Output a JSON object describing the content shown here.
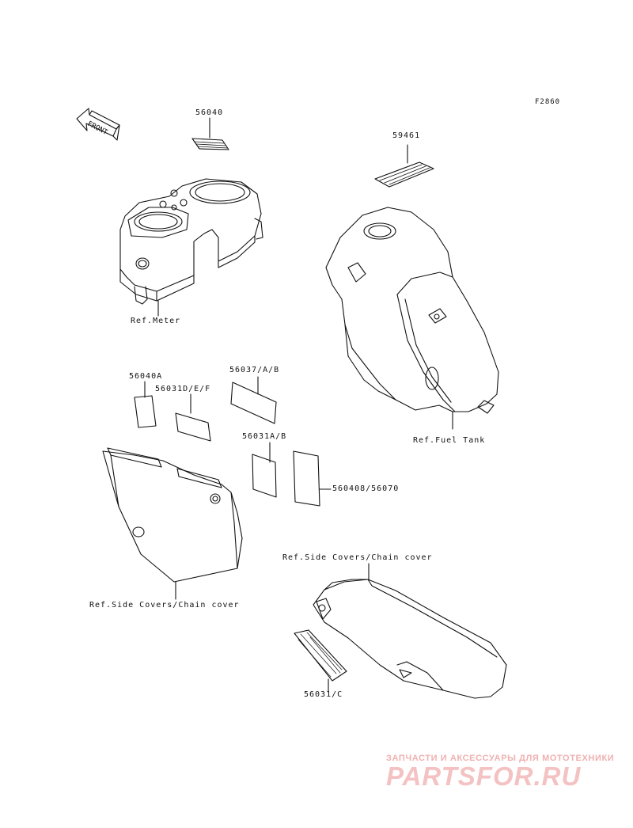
{
  "figure_code": "F2860",
  "front_label": "FRONT",
  "part_numbers": {
    "p56040": "56040",
    "p59461": "59461",
    "p56040a": "56040A",
    "p56031def": "56031D/E/F",
    "p56037ab": "56037/A/B",
    "p56031ab": "56031A/B",
    "p560408": "560408/56070",
    "p56031c": "56031/C"
  },
  "references": {
    "meter": "Ref.Meter",
    "fuel_tank": "Ref.Fuel Tank",
    "side_covers_left": "Ref.Side Covers/Chain cover",
    "side_covers_right": "Ref.Side Covers/Chain cover"
  },
  "watermark": {
    "tagline": "ЗАПЧАСТИ И АКСЕССУАРЫ ДЛЯ МОТОТЕХНИКИ",
    "brand": "PARTSFOR.RU"
  },
  "colors": {
    "line": "#111111",
    "watermark": "#f0b0b0"
  }
}
